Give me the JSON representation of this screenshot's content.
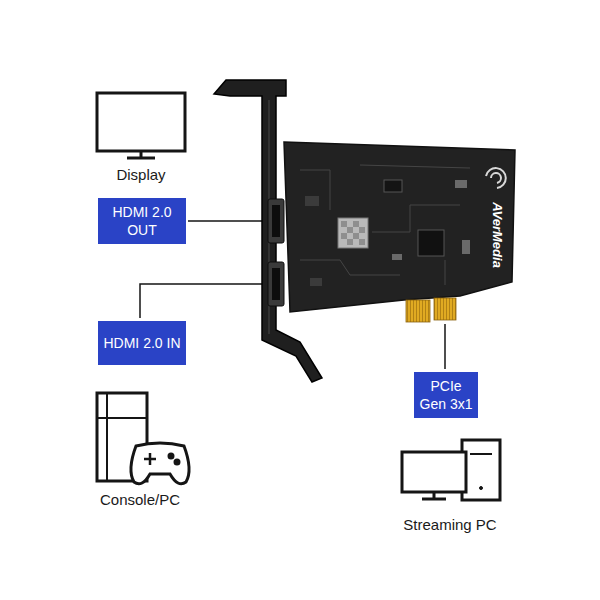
{
  "diagram": {
    "nodes": [
      {
        "text": [
          "HDMI 2.0 OUT"
        ]
      },
      {
        "text": [
          "HDMI 2.0 IN"
        ]
      },
      {
        "text": [
          "PCIe Gen 3x1"
        ]
      }
    ],
    "labels": [
      "Display",
      "AVerMedia",
      "Console/PC",
      "Streaming PC"
    ]
  }
}
